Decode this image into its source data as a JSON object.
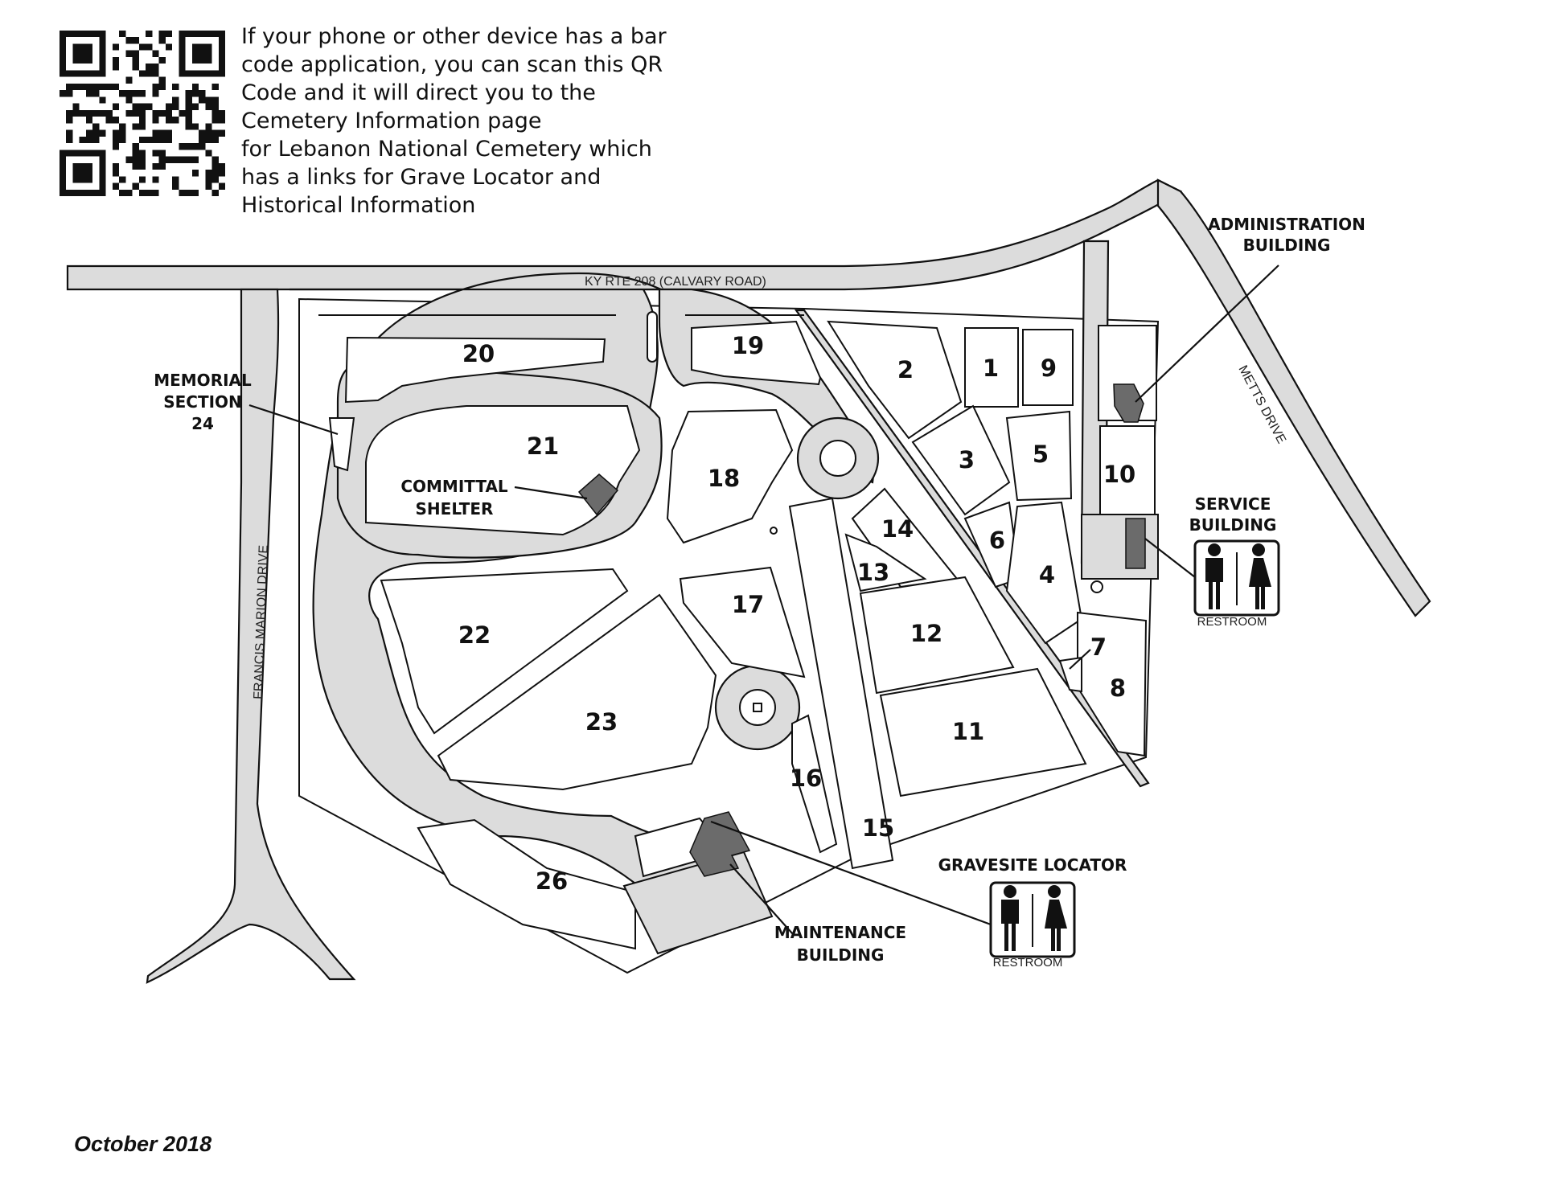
{
  "intro_lines": [
    "If your phone or other device has a bar",
    "code application, you can scan this QR",
    "Code and it will direct you to the",
    "Cemetery Information page",
    "for Lebanon National Cemetery which",
    "has a links for Grave Locator and",
    "Historical Information"
  ],
  "roads": {
    "calvary": "KY RTE 208 (CALVARY ROAD)",
    "francis": "FRANCIS MARION DRIVE",
    "metts": "METTS DRIVE"
  },
  "sections": {
    "s1": "1",
    "s2": "2",
    "s3": "3",
    "s4": "4",
    "s5": "5",
    "s6": "6",
    "s7": "7",
    "s8": "8",
    "s9": "9",
    "s10": "10",
    "s11": "11",
    "s12": "12",
    "s13": "13",
    "s14": "14",
    "s15": "15",
    "s16": "16",
    "s17": "17",
    "s18": "18",
    "s19": "19",
    "s20": "20",
    "s21": "21",
    "s22": "22",
    "s23": "23",
    "s26": "26"
  },
  "labels": {
    "memorial_l1": "MEMORIAL",
    "memorial_l2": "SECTION",
    "memorial_l3": "24",
    "committal_l1": "COMMITTAL",
    "committal_l2": "SHELTER",
    "admin_l1": "ADMINISTRATION",
    "admin_l2": "BUILDING",
    "service_l1": "SERVICE",
    "service_l2": "BUILDING",
    "gravesite": "GRAVESITE LOCATOR",
    "maint_l1": "MAINTENANCE",
    "maint_l2": "BUILDING",
    "restroom": "RESTROOM"
  },
  "footer_date": "October 2018",
  "icons": {
    "qr": "qr-code-icon",
    "restroom": "restroom-icon"
  },
  "colors": {
    "road_fill": "#dcdcdc",
    "building_fill": "#6b6b6b",
    "outline": "#111111"
  }
}
